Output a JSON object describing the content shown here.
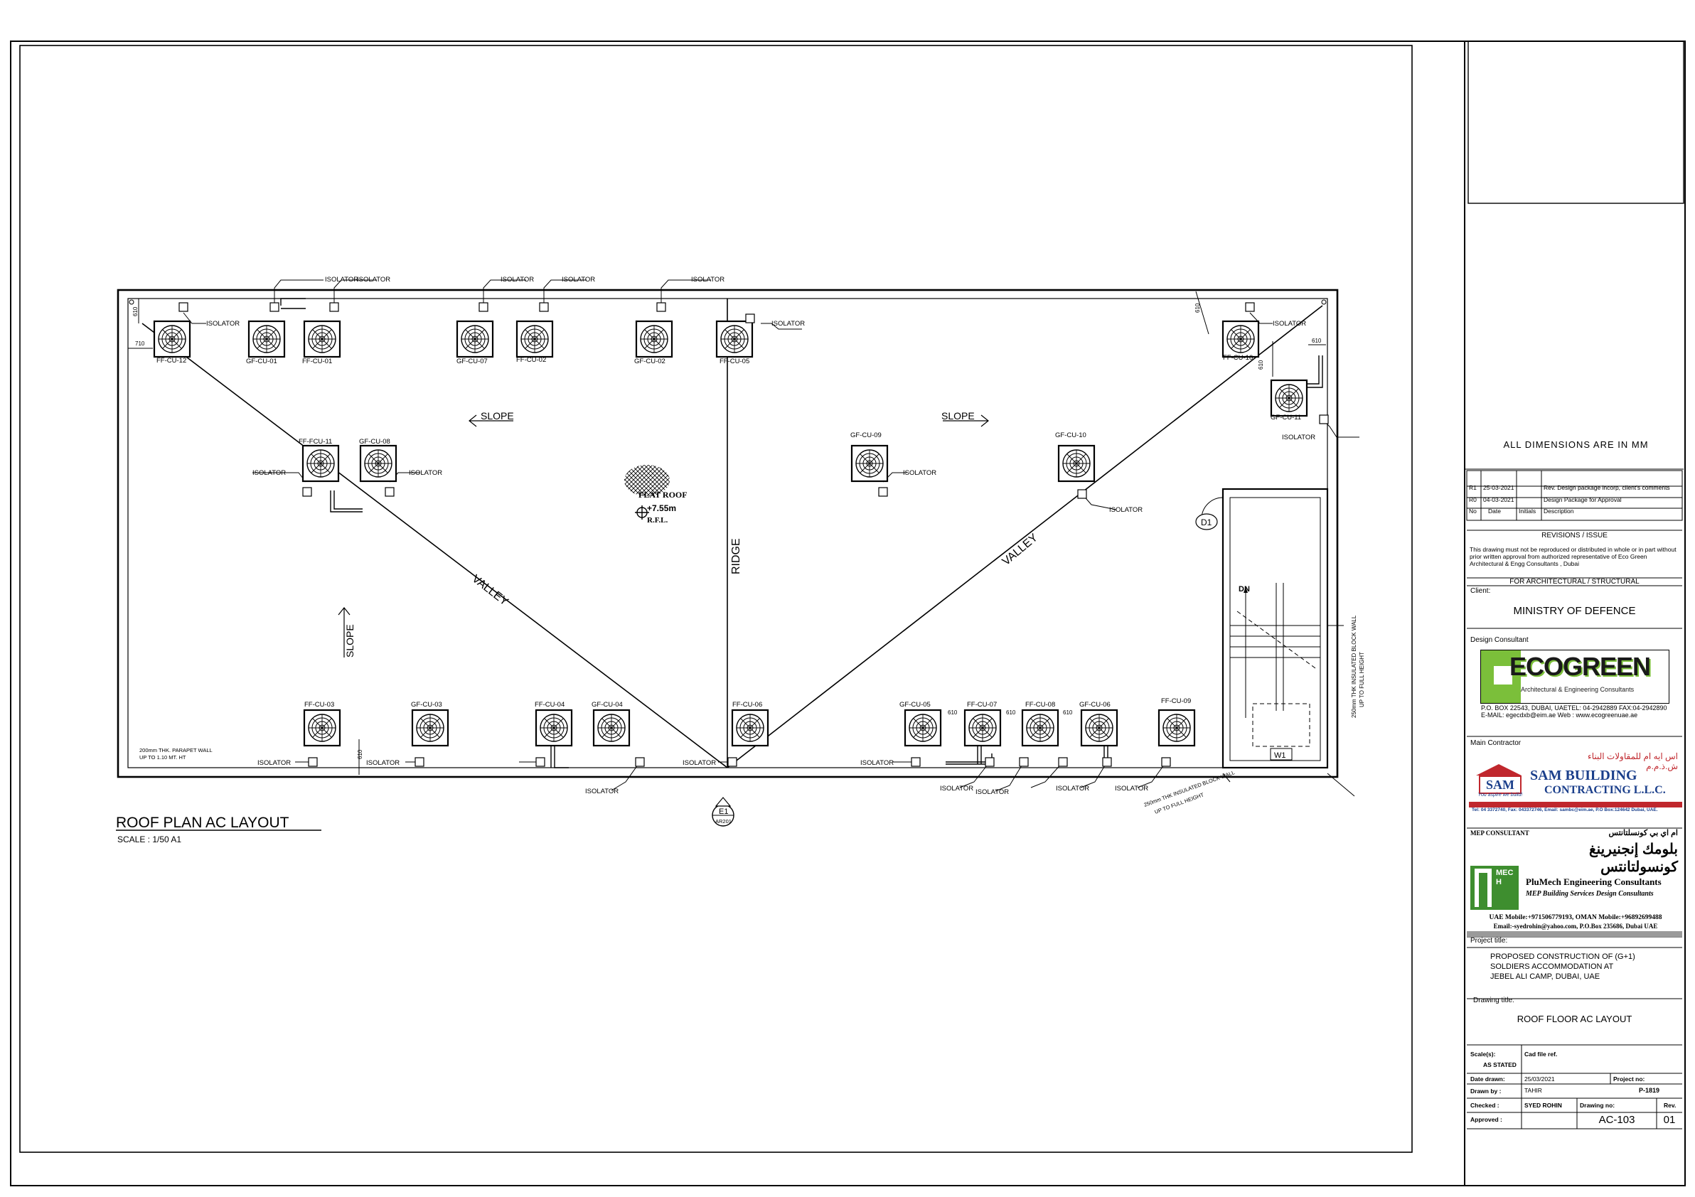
{
  "drawing": {
    "title": "ROOF PLAN AC LAYOUT",
    "scale": "SCALE :  1/50  A1",
    "flat_roof": "FLAT ROOF",
    "level": "+7.55m",
    "level_ref": "R.F.L.",
    "ridge": "RIDGE",
    "valley": "VALLEY",
    "slope": "SLOPE",
    "isolator": "ISOLATOR",
    "door_tag": "D1",
    "window_tag": "W1",
    "stair_dn": "DN",
    "section_mark_top": "E1",
    "section_mark_bottom": "AR201",
    "parapet_note_1": "200mm THK. PARAPET WALL",
    "parapet_note_2": "UP TO 1.10 MT. HT",
    "block_wall_note_1": "250mm THK INSULATED BLOCK WALL",
    "block_wall_note_2": "UP TO FULL HEIGHT",
    "dims": {
      "d610": "610",
      "d710": "710"
    },
    "units": {
      "ff_cu_12": "FF-CU-12",
      "gf_cu_01": "GF-CU-01",
      "ff_cu_01": "FF-CU-01",
      "gf_cu_07": "GF-CU-07",
      "ff_cu_02": "FF-CU-02",
      "gf_cu_02": "GF-CU-02",
      "ff_cu_05": "FF-CU-05",
      "ff_cu_10": "FF-CU-10",
      "gf_cu_11": "GF-CU-11",
      "ff_fcu_11": "FF-FCU-11",
      "gf_cu_08": "GF-CU-08",
      "gf_cu_09": "GF-CU-09",
      "gf_cu_10": "GF-CU-10",
      "ff_cu_03": "FF-CU-03",
      "gf_cu_03": "GF-CU-03",
      "ff_cu_04": "FF-CU-04",
      "gf_cu_04": "GF-CU-04",
      "ff_cu_06": "FF-CU-06",
      "gf_cu_05": "GF-CU-05",
      "ff_cu_07": "FF-CU-07",
      "ff_cu_08": "FF-CU-08",
      "gf_cu_06": "GF-CU-06",
      "ff_cu_09": "FF-CU-09"
    }
  },
  "title_block": {
    "dimensions_note": "ALL  DIMENSIONS  ARE  IN  MM",
    "revisions": [
      {
        "no": "R1",
        "date": "25-03-2021",
        "initials": "",
        "description": "Rev. Design package incorp, client's comments"
      },
      {
        "no": "R0",
        "date": "04-03-2021",
        "initials": "",
        "description": "Design Package for Approval"
      }
    ],
    "rev_headers": {
      "no": "No",
      "date": "Date",
      "initials": "Initials",
      "description": "Description"
    },
    "revisions_title": "REVISIONS / ISSUE",
    "copyright": "This drawing must not be reproduced or distributed in whole or in part without prior written approval from authorized representative of Eco Green  Architectural & Engg Consultants , Dubai",
    "for_arch": "FOR ARCHITECTURAL / STRUCTURAL",
    "client_label": "Client:",
    "client": "MINISTRY OF DEFENCE",
    "design_consultant_label": "Design Consultant",
    "ecogreen_logo": "ECOGREEN",
    "ecogreen_sub": "Architectural & Engineering Consultants",
    "ecogreen_addr_1": "P.O. BOX 22543, DUBAI, UAETEL: 04-2942889 FAX:04-2942890",
    "ecogreen_addr_2": "E-MAIL:  egecdxb@eim.ae     Web :  www.ecogreenuae.ae",
    "main_contractor_label": "Main Contractor",
    "sam_arabic": "اس ايه ام للمقاولات البناء ش.ذ.م.م",
    "sam_logo": "SAM",
    "sam_tagline": "You aspire we build!",
    "sam_name_1": "SAM BUILDING",
    "sam_name_2": "CONTRACTING L.L.C.",
    "sam_contact": "Tel: 04 3372740, Fax: 043372746, Email: sambc@eim.ae, P.O Box:124642 Dubai, UAE.",
    "mep_label": "MEP CONSULTANT",
    "mep_arabic_1": "ام اي بي كونسلتانتس",
    "mep_arabic_2": "بلومك إنجنيرينغ كونسولتانتس",
    "plumech_logo": "MECH",
    "plumech_name": "PluMech Engineering Consultants",
    "plumech_sub": "MEP Building Services Design Consultants",
    "plumech_contact_1": "UAE Mobile:+971506779193, OMAN Mobile:+96892699488",
    "plumech_contact_2": "Email:-syedrohin@yahoo.com, P.O.Box 235686, Dubai UAE",
    "project_title_label": "Project title:",
    "project_title_1": "PROPOSED CONSTRUCTION OF  (G+1)",
    "project_title_2": "SOLDIERS ACCOMMODATION AT",
    "project_title_3": "JEBEL ALI CAMP, DUBAI, UAE",
    "drawing_title_label": "Drawing title:",
    "drawing_title": "ROOF FLOOR AC LAYOUT",
    "scale_label": "Scale(s):",
    "scale_value": "AS STATED",
    "cad_label": "Cad file ref.",
    "date_label": "Date drawn:",
    "date_value": "25/03/2021",
    "project_no_label": "Project no:",
    "project_no": "P-1819",
    "drawn_label": "Drawn by :",
    "drawn_value": "TAHIR",
    "checked_label": "Checked :",
    "checked_value": "SYED ROHIN",
    "approved_label": "Approved :",
    "drawing_no_label": "Drawing no:",
    "drawing_no": "AC-103",
    "rev_label": "Rev.",
    "rev_value": "01"
  }
}
